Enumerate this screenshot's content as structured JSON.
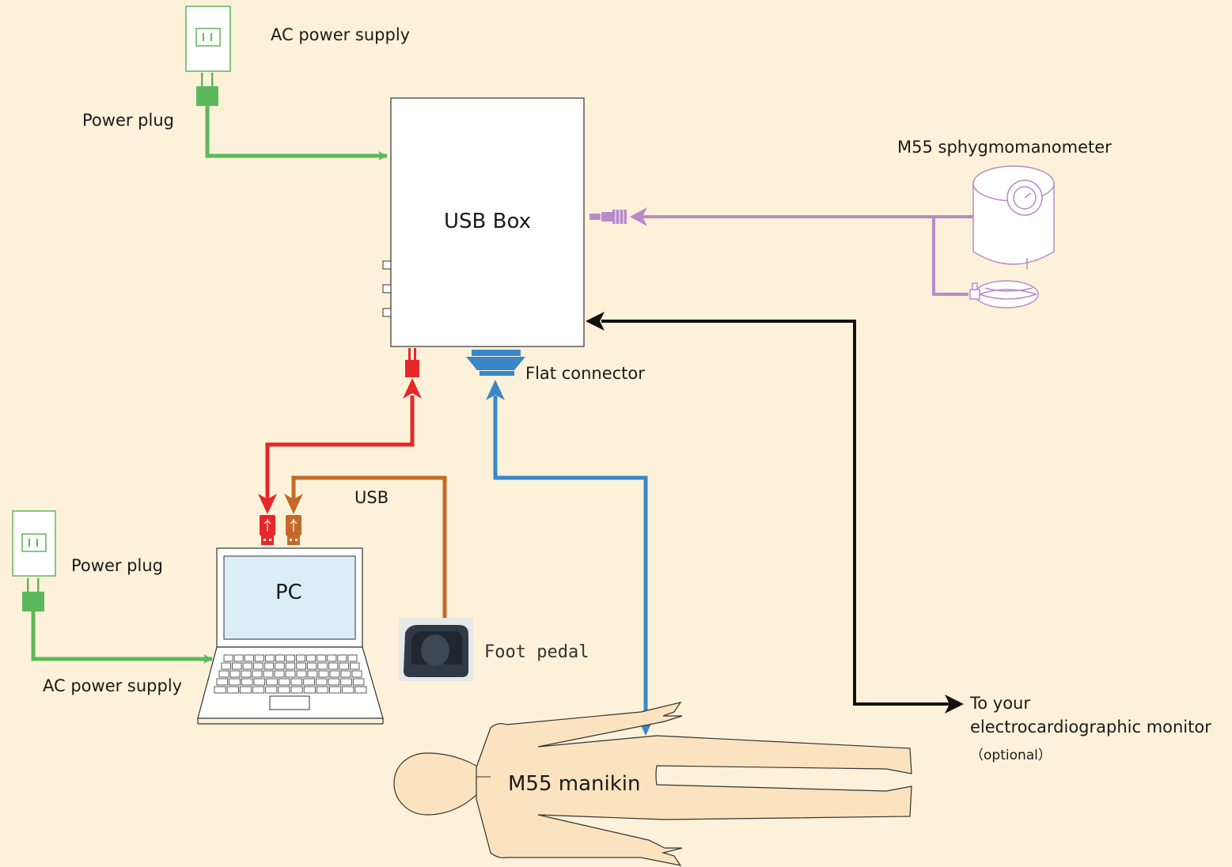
{
  "labels": {
    "ac_power_top": "AC power supply",
    "power_plug_top": "Power plug",
    "usb_box": "USB Box",
    "sphygmomanometer": "M55 sphygmomanometer",
    "flat_connector": "Flat connector",
    "usb": "USB",
    "power_plug_bottom": "Power plug",
    "pc": "PC",
    "foot_pedal": "Foot pedal",
    "ac_power_bottom": "AC power supply",
    "manikin": "M55 manikin",
    "ecg_line1": "To your",
    "ecg_line2": "electrocardiographic monitor",
    "ecg_optional": "（optional）"
  },
  "colors": {
    "background": "#fdf2d9",
    "power": "#5cb85c",
    "pc_usb": "#e8262a",
    "pedal_usb": "#c4692a",
    "manikin_cable": "#3a87c8",
    "sphygmo_tube": "#b98ac8",
    "ecg_cable": "#111111",
    "manikin_skin": "#fbe3c0",
    "screen": "#dbeef8"
  }
}
